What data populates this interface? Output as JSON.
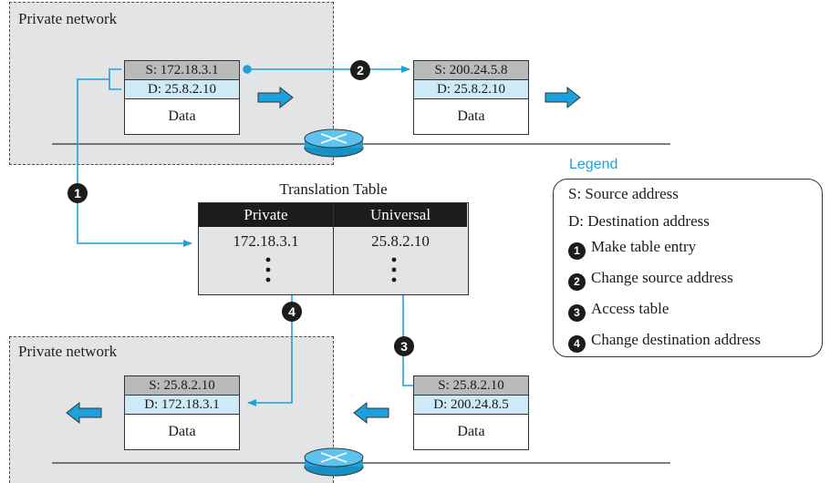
{
  "networks": {
    "top_label": "Private network",
    "bottom_label": "Private network"
  },
  "packets": {
    "p1": {
      "src": "S: 172.18.3.1",
      "dst": "D: 25.8.2.10",
      "data": "Data"
    },
    "p2": {
      "src": "S: 200.24.5.8",
      "dst": "D: 25.8.2.10",
      "data": "Data"
    },
    "p3": {
      "src": "S: 25.8.2.10",
      "dst": "D: 172.18.3.1",
      "data": "Data"
    },
    "p4": {
      "src": "S: 25.8.2.10",
      "dst": "D: 200.24.8.5",
      "data": "Data"
    }
  },
  "steps": {
    "s1": "1",
    "s2": "2",
    "s3": "3",
    "s4": "4"
  },
  "translation_table": {
    "title": "Translation Table",
    "headers": {
      "private": "Private",
      "universal": "Universal"
    },
    "row": {
      "private": "172.18.3.1",
      "universal": "25.8.2.10"
    }
  },
  "legend": {
    "title": "Legend",
    "items": [
      {
        "marker": "",
        "text": "S:  Source address"
      },
      {
        "marker": "",
        "text": "D:  Destination address"
      },
      {
        "marker": "1",
        "text": "Make table entry"
      },
      {
        "marker": "2",
        "text": "Change source address"
      },
      {
        "marker": "3",
        "text": "Access table"
      },
      {
        "marker": "4",
        "text": "Change destination address"
      }
    ]
  },
  "colors": {
    "accent": "#1da1dc",
    "gray_fill": "#e3e4e6",
    "dark": "#1c1c1c",
    "dst_fill": "#cfe9f6"
  }
}
